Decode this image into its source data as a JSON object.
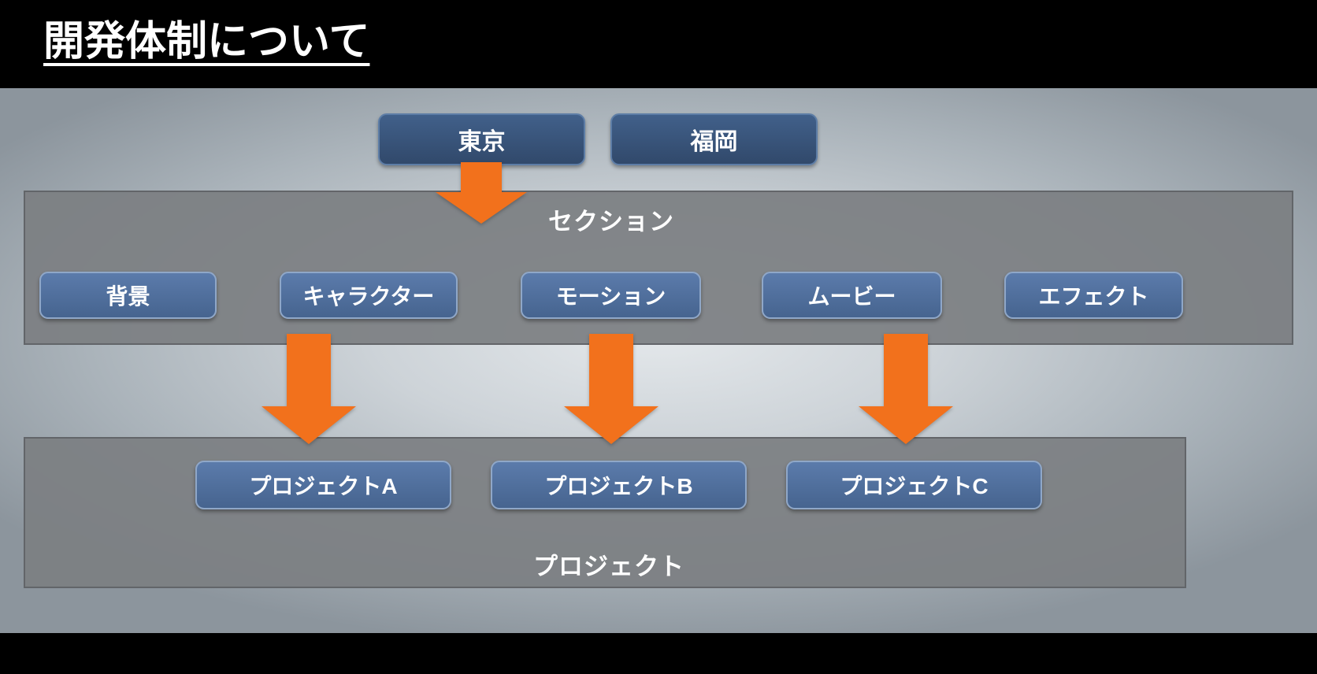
{
  "slide": {
    "title": "開発体制について",
    "locations": [
      {
        "label": "東京"
      },
      {
        "label": "福岡"
      }
    ],
    "sections": {
      "label": "セクション",
      "items": [
        {
          "label": "背景"
        },
        {
          "label": "キャラクター"
        },
        {
          "label": "モーション"
        },
        {
          "label": "ムービー"
        },
        {
          "label": "エフェクト"
        }
      ]
    },
    "projects": {
      "label": "プロジェクト",
      "items": [
        {
          "label": "プロジェクトA"
        },
        {
          "label": "プロジェクトB"
        },
        {
          "label": "プロジェクトC"
        }
      ]
    },
    "colors": {
      "arrow_orange": "#f2711c",
      "node_navy": "#34506f",
      "node_blue": "#4e70a0",
      "panel_gray": "#7c7f82",
      "title_color": "#ffffff"
    }
  }
}
